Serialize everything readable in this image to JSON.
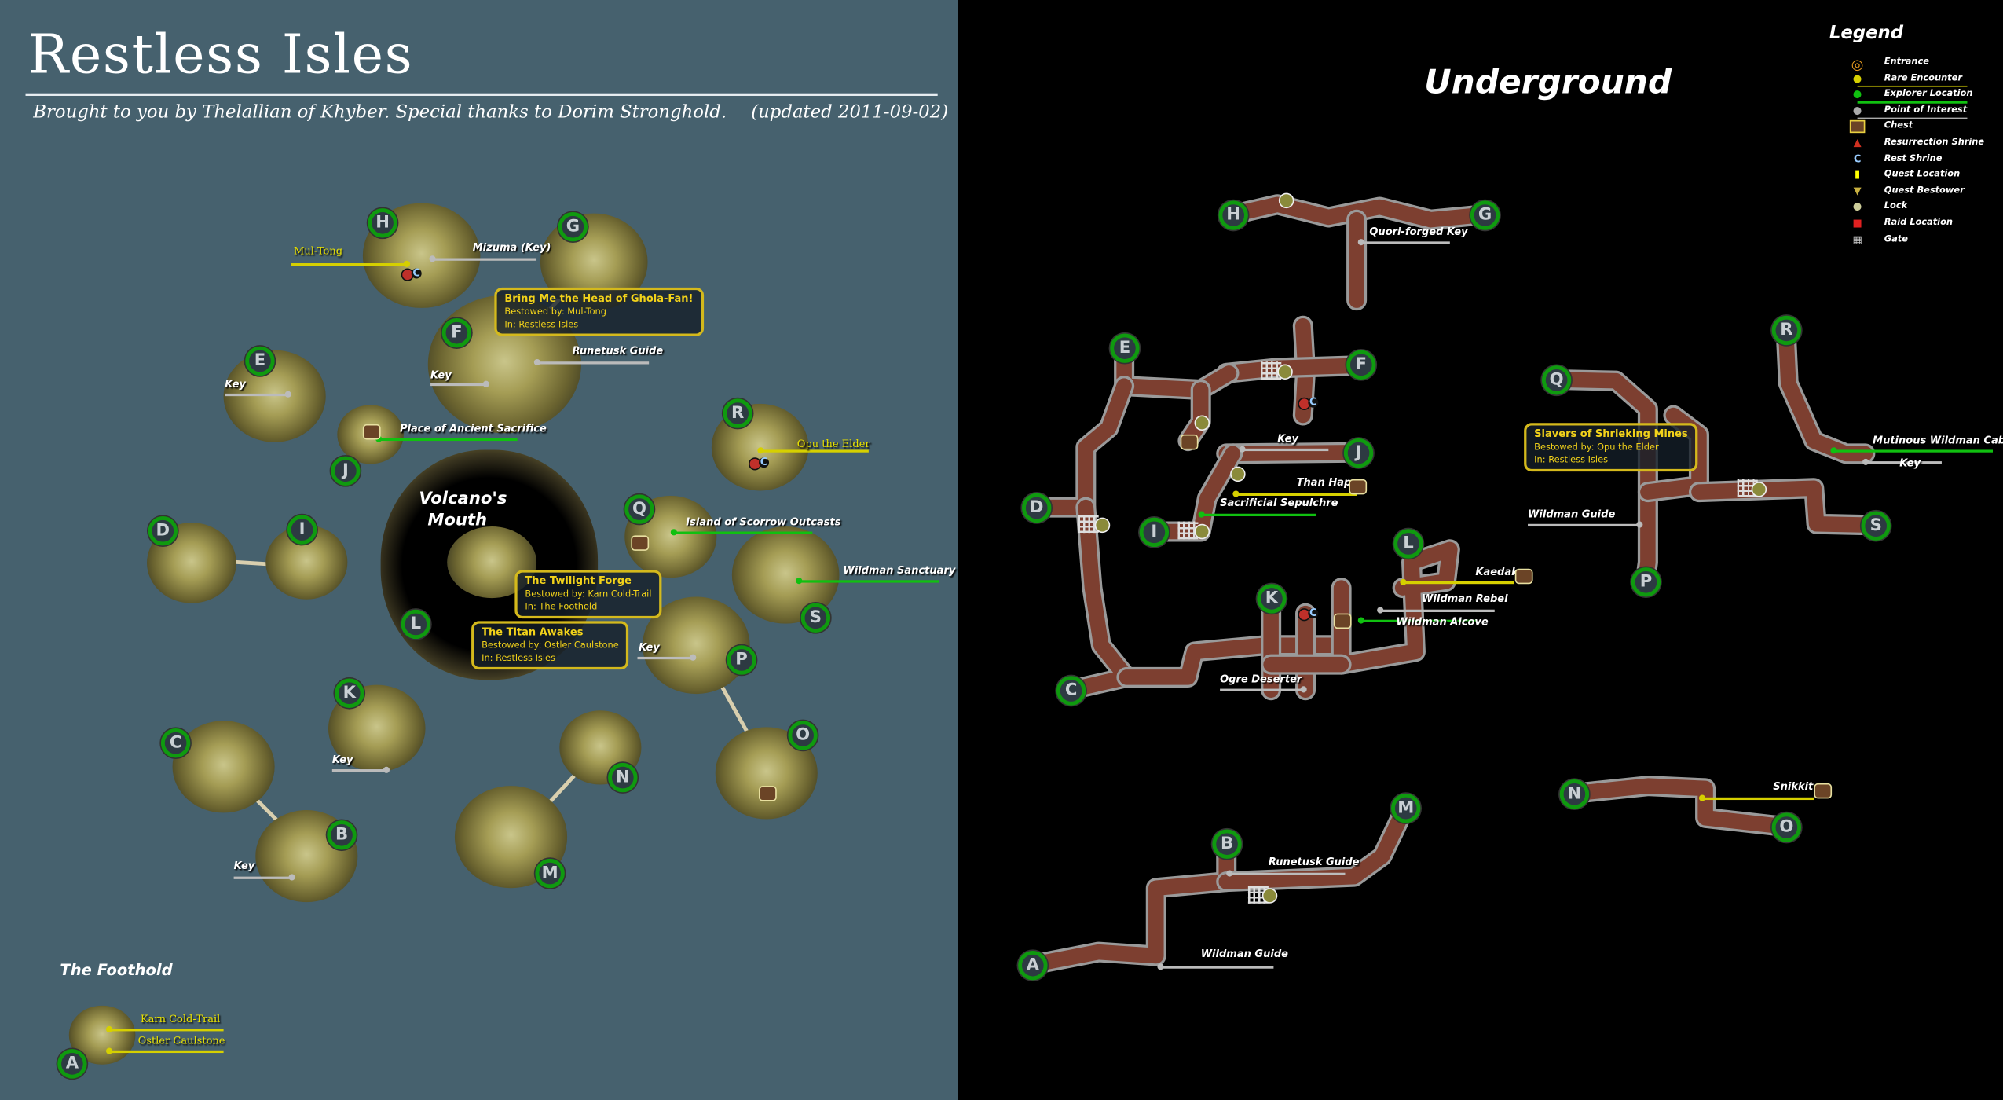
{
  "header": {
    "title": "Restless Isles",
    "credits": "Brought to you by Thelallian of Khyber. Special thanks to Dorim Stronghold.",
    "updated": "(updated 2011-09-02)"
  },
  "surface": {
    "volcano_label": "Volcano's Mouth",
    "foothold_label": "The Foothold",
    "markers": [
      "H",
      "G",
      "F",
      "E",
      "J",
      "R",
      "D",
      "I",
      "Q",
      "S",
      "L",
      "P",
      "K",
      "O",
      "C",
      "N",
      "B",
      "M",
      "A"
    ],
    "labels": [
      "Mul-Tong",
      "Mizuma (Key)",
      "Runetusk Guide",
      "Key",
      "Key",
      "Place of Ancient Sacrifice",
      "Opu the Elder",
      "Island of Scorrow Outcasts",
      "Wildman Sanctuary",
      "Key",
      "Key",
      "Key",
      "Karn Cold-Trail",
      "Ostler Caulstone"
    ],
    "quests": [
      {
        "title": "Bring Me the Head of Ghola-Fan!",
        "bestowed": "Bestowed by: Mul-Tong",
        "in": "In: Restless Isles"
      },
      {
        "title": "The Twilight Forge",
        "bestowed": "Bestowed by: Karn Cold-Trail",
        "in": "In: The Foothold"
      },
      {
        "title": "The Titan Awakes",
        "bestowed": "Bestowed by: Ostler Caulstone",
        "in": "In: Restless Isles"
      }
    ]
  },
  "underground": {
    "title": "Underground",
    "markers": [
      "H",
      "G",
      "F",
      "E",
      "J",
      "D",
      "I",
      "L",
      "K",
      "C",
      "Q",
      "R",
      "S",
      "P",
      "N",
      "O",
      "B",
      "M",
      "A"
    ],
    "labels": [
      "Quori-forged Key",
      "Key",
      "Than Hap",
      "Sacrificial Sepulchre",
      "Kaedak",
      "Wildman Rebel",
      "Wildman Alcove",
      "Ogre Deserter",
      "Wildman Guide",
      "Mutinous Wildman Cabal",
      "Key",
      "Snikkit",
      "Runetusk Guide",
      "Wildman Guide"
    ],
    "quests": [
      {
        "title": "Slavers of Shrieking Mines",
        "bestowed": "Bestowed by: Opu the Elder",
        "in": "In: Restless Isles"
      }
    ]
  },
  "legend": {
    "title": "Legend",
    "items": [
      {
        "label": "Entrance",
        "icon": "entrance-icon"
      },
      {
        "label": "Rare Encounter",
        "icon": "yellow-dot"
      },
      {
        "label": "Explorer Location",
        "icon": "green-dot"
      },
      {
        "label": "Point of Interest",
        "icon": "gray-dot"
      },
      {
        "label": "Chest",
        "icon": "chest-icon"
      },
      {
        "label": "Resurrection Shrine",
        "icon": "flame-icon"
      },
      {
        "label": "Rest Shrine",
        "icon": "crescent-icon"
      },
      {
        "label": "Quest Location",
        "icon": "quest-location-icon"
      },
      {
        "label": "Quest Bestower",
        "icon": "trophy-icon"
      },
      {
        "label": "Lock",
        "icon": "lock-icon"
      },
      {
        "label": "Raid Location",
        "icon": "raid-icon"
      },
      {
        "label": "Gate",
        "icon": "gate-icon"
      }
    ]
  },
  "colors": {
    "sea": "#46616e",
    "marker_ring": "#0f9a0f",
    "rare": "#d6d000",
    "explorer": "#10c010",
    "poi": "#bbbbbb",
    "quest_border": "#d4b91c",
    "tunnel": "#7d3f30"
  }
}
